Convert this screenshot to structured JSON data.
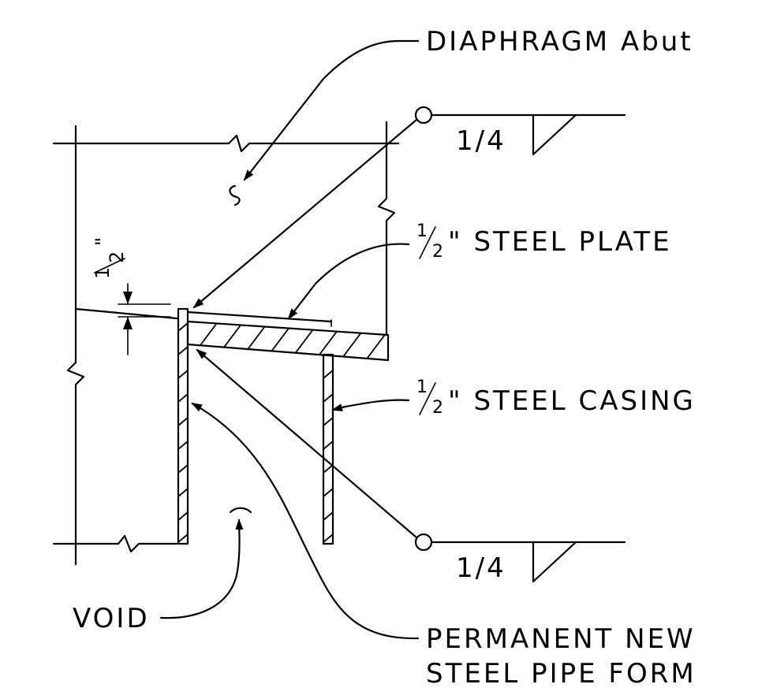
{
  "labels": {
    "diaphragm": "DIAPHRAGM Abut",
    "weld_top_size": "1/4",
    "weld_bottom_size": "1/4",
    "plate_frac_num": "1",
    "plate_frac_den": "2",
    "plate_text": "\" STEEL PLATE",
    "casing_frac_num": "1",
    "casing_frac_den": "2",
    "casing_text": "\" STEEL CASING",
    "dim_frac_num": "1",
    "dim_frac_den": "2",
    "dim_inch": "\"",
    "void": "VOID",
    "pipe_form_line1": "PERMANENT NEW",
    "pipe_form_line2": "STEEL PIPE FORM"
  }
}
